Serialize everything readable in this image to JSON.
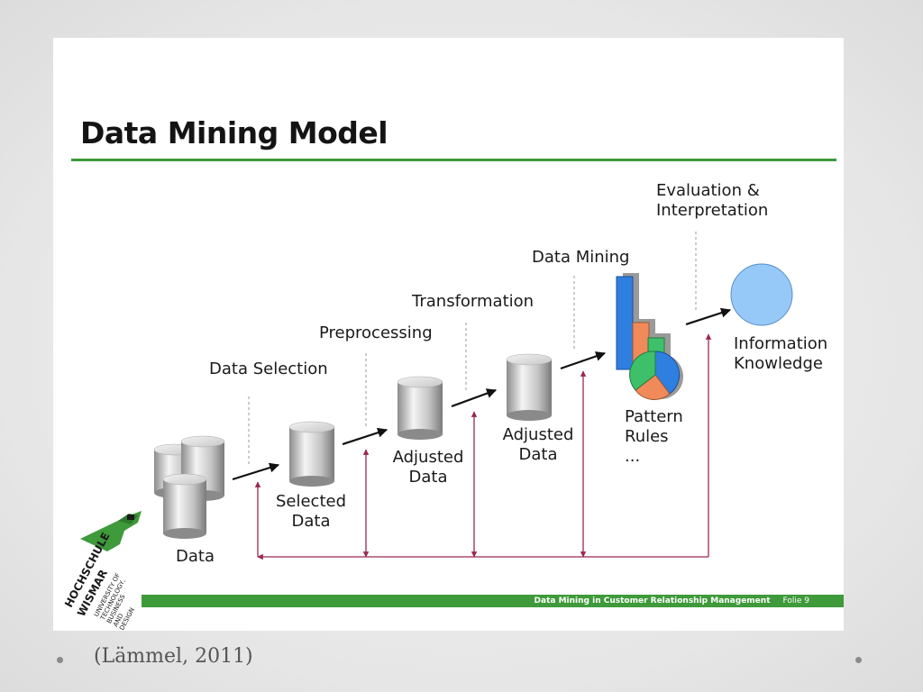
{
  "slide": {
    "title": "Data Mining Model",
    "stages": {
      "data_selection": "Data Selection",
      "preprocessing": "Preprocessing",
      "transformation": "Transformation",
      "data_mining": "Data Mining",
      "evaluation_line1": "Evaluation &",
      "evaluation_line2": "Interpretation"
    },
    "items": {
      "data": "Data",
      "selected_line1": "Selected",
      "selected_line2": "Data",
      "adjusted1_line1": "Adjusted",
      "adjusted1_line2": "Data",
      "adjusted2_line1": "Adjusted",
      "adjusted2_line2": "Data",
      "pattern_line1": "Pattern",
      "pattern_line2": "Rules",
      "pattern_line3": "...",
      "info_line1": "Information",
      "info_line2": "Knowledge"
    },
    "footer": {
      "text": "Data Mining in Customer Relationship Management",
      "page": "Folie 9"
    },
    "logo": {
      "name_line1": "HOCHSCHULE",
      "name_line2": "WISMAR",
      "sub_line1": "UNIVERSITY OF",
      "sub_line2": "TECHNOLOGY,",
      "sub_line3": "BUSINESS",
      "sub_line4": "AND",
      "sub_line5": "DESIGN"
    }
  },
  "citation": "(Lämmel, 2011)",
  "colors": {
    "accent_green": "#3e9a3a",
    "arrow_maroon": "#9b2850",
    "bar_blue": "#2f7fe0",
    "bar_orange": "#f08a5a",
    "bar_green": "#3ec06a",
    "circle_blue": "#96c8f8"
  }
}
